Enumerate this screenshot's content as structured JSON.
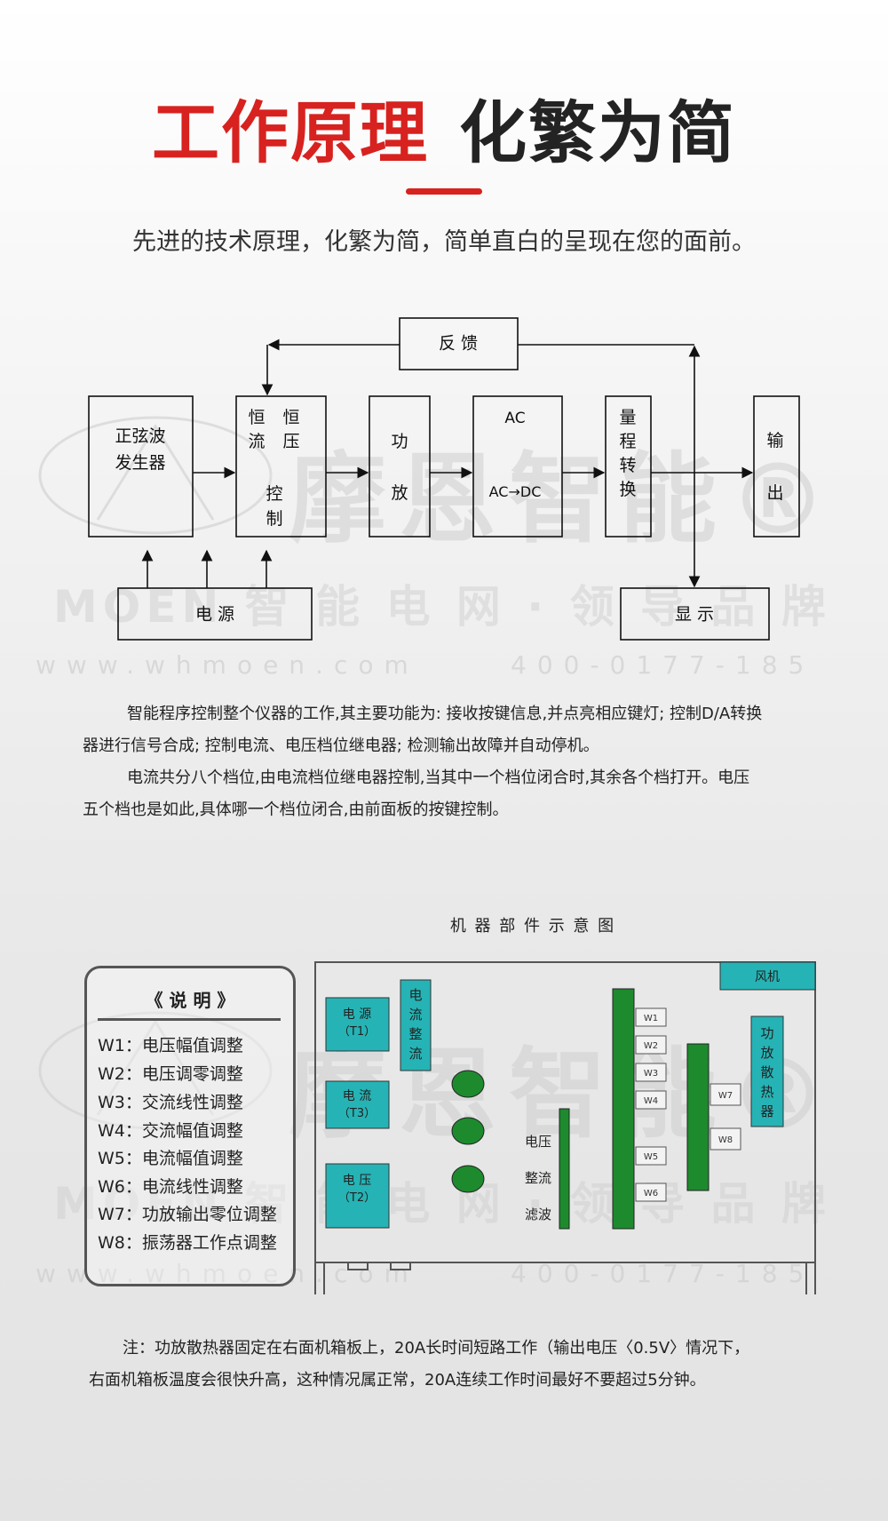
{
  "header": {
    "title_red": "工作原理",
    "title_dark": "化繁为简",
    "subtitle": "先进的技术原理，化繁为简，简单直白的呈现在您的面前。"
  },
  "watermark": {
    "brand": "摩恩智能®",
    "tagline": "MOEN 智 能 电 网 · 领 导 品 牌",
    "website": "www.whmoen.com",
    "phone": "400-0177-185"
  },
  "block_diagram": {
    "feedback": "反 馈",
    "sine_line1": "正弦波",
    "sine_line2": "发生器",
    "cc_heng1": "恒",
    "cc_heng2": "恒",
    "cc_liu": "流",
    "cc_ya": "压",
    "cc_kong": "控",
    "cc_zhi": "制",
    "amp_1": "功",
    "amp_2": "放",
    "ac_top": "AC",
    "ac_bottom": "AC→DC",
    "range_1": "量",
    "range_2": "程",
    "range_3": "转",
    "range_4": "换",
    "out_1": "输",
    "out_2": "出",
    "power": "电 源",
    "display": "显 示"
  },
  "description": {
    "p1_line1": "智能程序控制整个仪器的工作,其主要功能为: 接收按键信息,并点亮相应键灯; 控制D/A转换",
    "p1_line2": "器进行信号合成; 控制电流、电压档位继电器; 检测输出故障并自动停机。",
    "p2_line1": "电流共分八个档位,由电流档位继电器控制,当其中一个档位闭合时,其余各个档打开。电压",
    "p2_line2": "五个档也是如此,具体哪一个档位闭合,由前面板的按键控制。"
  },
  "parts_diagram": {
    "caption": "机 器 部 件 示 意 图",
    "fan": "风机",
    "psu_t1": "电 源",
    "psu_t1_sub": "（T1）",
    "psu_t3": "电 流",
    "psu_t3_sub": "（T3）",
    "psu_t2": "电 压",
    "psu_t2_sub": "（T2）",
    "rect_1": "电",
    "rect_2": "流",
    "rect_3": "整",
    "rect_4": "流",
    "heatsink_1": "功",
    "heatsink_2": "放",
    "heatsink_3": "散",
    "heatsink_4": "热",
    "heatsink_5": "器",
    "filter_1": "电压",
    "filter_2": "整流",
    "filter_3": "滤波",
    "w1": "W1",
    "w2": "W2",
    "w3": "W3",
    "w4": "W4",
    "w5": "W5",
    "w6": "W6",
    "w7": "W7",
    "w8": "W8",
    "colors": {
      "teal": "#26b3b5",
      "green": "#1e8a2e",
      "outline": "#555555"
    }
  },
  "legend": {
    "title": "《 说 明 》",
    "items": [
      "W1：电压幅值调整",
      "W2：电压调零调整",
      "W3：交流线性调整",
      "W4：交流幅值调整",
      "W5：电流幅值调整",
      "W6：电流线性调整",
      "W7：功放输出零位调整",
      "W8：振荡器工作点调整"
    ]
  },
  "note": {
    "line1": "注：功放散热器固定在右面机箱板上，20A长时间短路工作（输出电压〈0.5V〉情况下，",
    "line2": "右面机箱板温度会很快升高，这种情况属正常，20A连续工作时间最好不要超过5分钟。"
  }
}
